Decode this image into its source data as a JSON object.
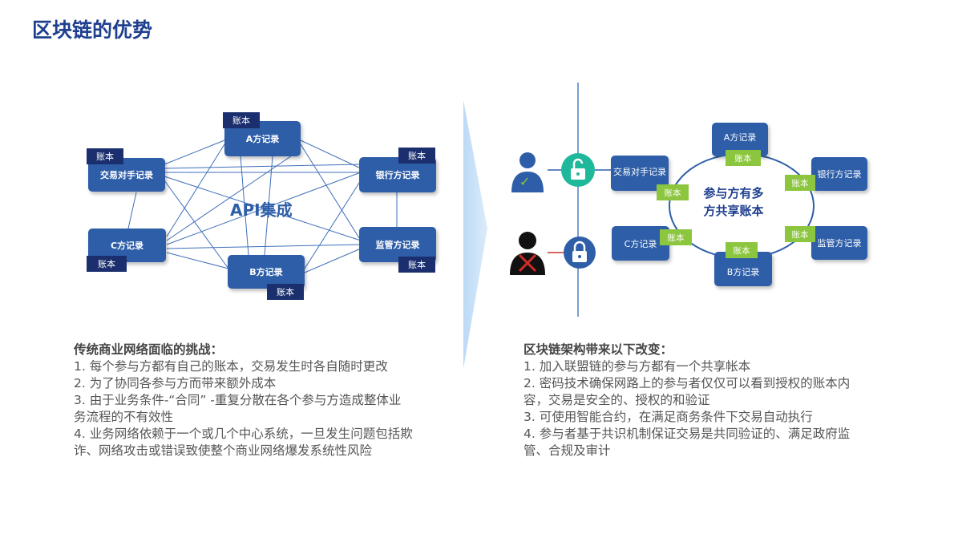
{
  "title": "区块链的优势",
  "left": {
    "center_label": "API集成",
    "nodes": {
      "a": "A方记录",
      "trade": "交易对手记录",
      "bank": "银行方记录",
      "c": "C方记录",
      "reg": "监管方记录",
      "b": "B方记录"
    },
    "ledger": "账本"
  },
  "right": {
    "center_label_1": "参与方有多",
    "center_label_2": "方共享账本",
    "nodes": {
      "a": "A方记录",
      "trade": "交易对手记录",
      "bank": "银行方记录",
      "c": "C方记录",
      "reg": "监管方记录",
      "b": "B方记录"
    },
    "ledger": "账本"
  },
  "left_text": {
    "heading": "传统商业网络面临的挑战：",
    "lines": [
      "1. 每个参与方都有自己的账本，交易发生时各自随时更改",
      "2. 为了协同各参与方而带来额外成本",
      "3. 由于业务条件-“合同” -重复分散在各个参与方造成整体业",
      "务流程的不有效性",
      "4. 业务网络依赖于一个或几个中心系统，一旦发生问题包括欺",
      "诈、网络攻击或错误致使整个商业网络爆发系统性风险"
    ]
  },
  "right_text": {
    "heading": "区块链架构带来以下改变：",
    "lines": [
      "1. 加入联盟链的参与方都有一个共享帐本",
      "2. 密码技术确保网路上的参与者仅仅可以看到授权的账本内",
      "容，交易是安全的、授权的和验证",
      "3. 可使用智能合约，在满足商务条件下交易自动执行",
      "4. 参与者基于共识机制保证交易是共同验证的、满足政府监",
      "管、合规及审计"
    ]
  },
  "colors": {
    "node_blue": "#2e5ea8",
    "tag_dark": "#1b2f6e",
    "tag_green": "#8cc63f",
    "title_blue": "#1f3f8f",
    "lock_teal": "#1fb89a"
  }
}
